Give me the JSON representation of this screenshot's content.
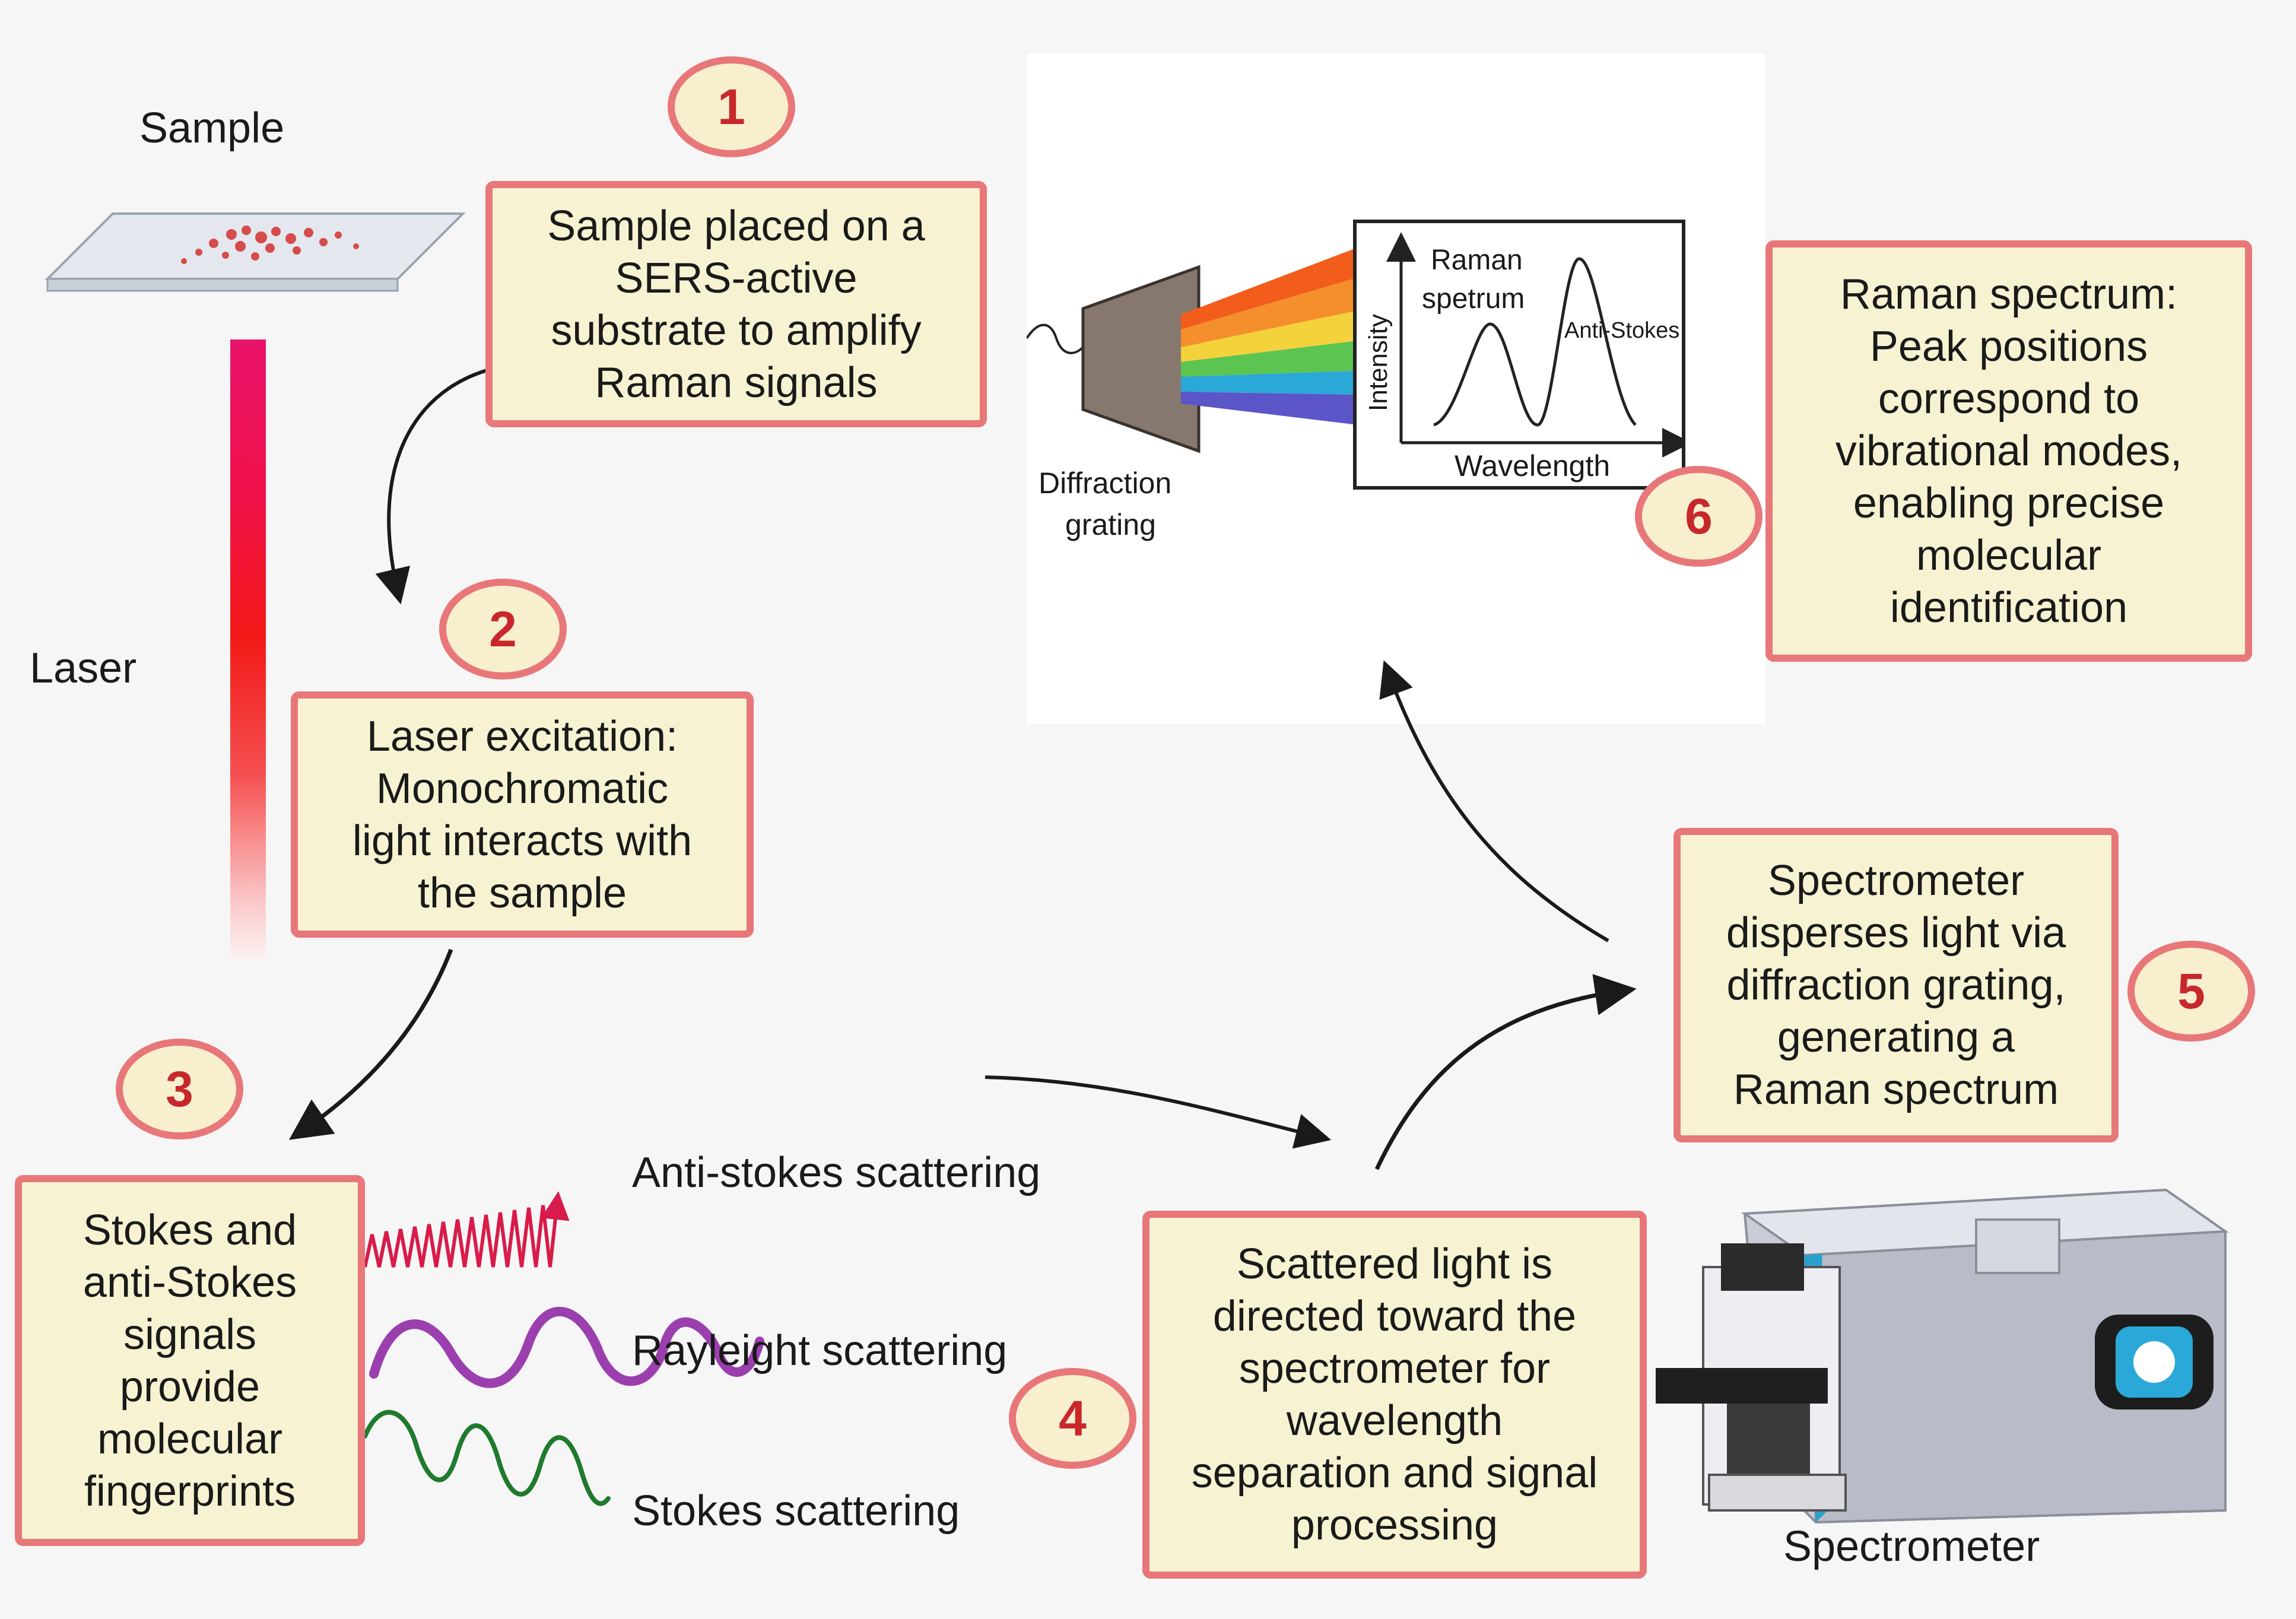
{
  "labels": {
    "sample": "Sample",
    "laser": "Laser",
    "anti_stokes": "Anti-stokes scattering",
    "rayleigh": "Rayleight scattering",
    "stokes": "Stokes scattering",
    "spectrometer": "Spectrometer",
    "diffraction_grating_line1": "Diffraction",
    "diffraction_grating_line2": "grating"
  },
  "inset_plot": {
    "peak_label_line1": "Raman",
    "peak_label_line2": "spetrum",
    "anti_stokes": "Anti-Stokes",
    "y_axis": "Intensity",
    "x_axis": "Wavelength"
  },
  "steps": [
    {
      "number": "1",
      "lines": [
        "Sample placed on a",
        "SERS-active",
        "substrate  to amplify",
        "Raman signals"
      ]
    },
    {
      "number": "2",
      "lines": [
        "Laser excitation:",
        "Monochromatic",
        "light interacts with",
        "the sample"
      ]
    },
    {
      "number": "3",
      "lines": [
        "Stokes and",
        "anti-Stokes",
        "signals",
        "provide",
        "molecular",
        "fingerprints"
      ]
    },
    {
      "number": "4",
      "lines": [
        "Scattered light is",
        "directed toward the",
        "spectrometer for",
        "wavelength",
        "separation and signal",
        "processing"
      ]
    },
    {
      "number": "5",
      "lines": [
        "Spectrometer",
        "disperses light via",
        "diffraction grating,",
        "generating a",
        "Raman spectrum"
      ]
    },
    {
      "number": "6",
      "lines": [
        "Raman spectrum:",
        "Peak positions",
        "correspond to",
        "vibrational modes,",
        "enabling precise",
        "molecular",
        "identification"
      ]
    }
  ],
  "colors": {
    "box_fill": "#f7f3d2",
    "box_border": "#e8777a",
    "badge_text": "#c8282b",
    "anti_stokes_wave": "#d81b4a",
    "rayleigh_wave": "#9b3fae",
    "stokes_wave": "#1f7a2e"
  }
}
